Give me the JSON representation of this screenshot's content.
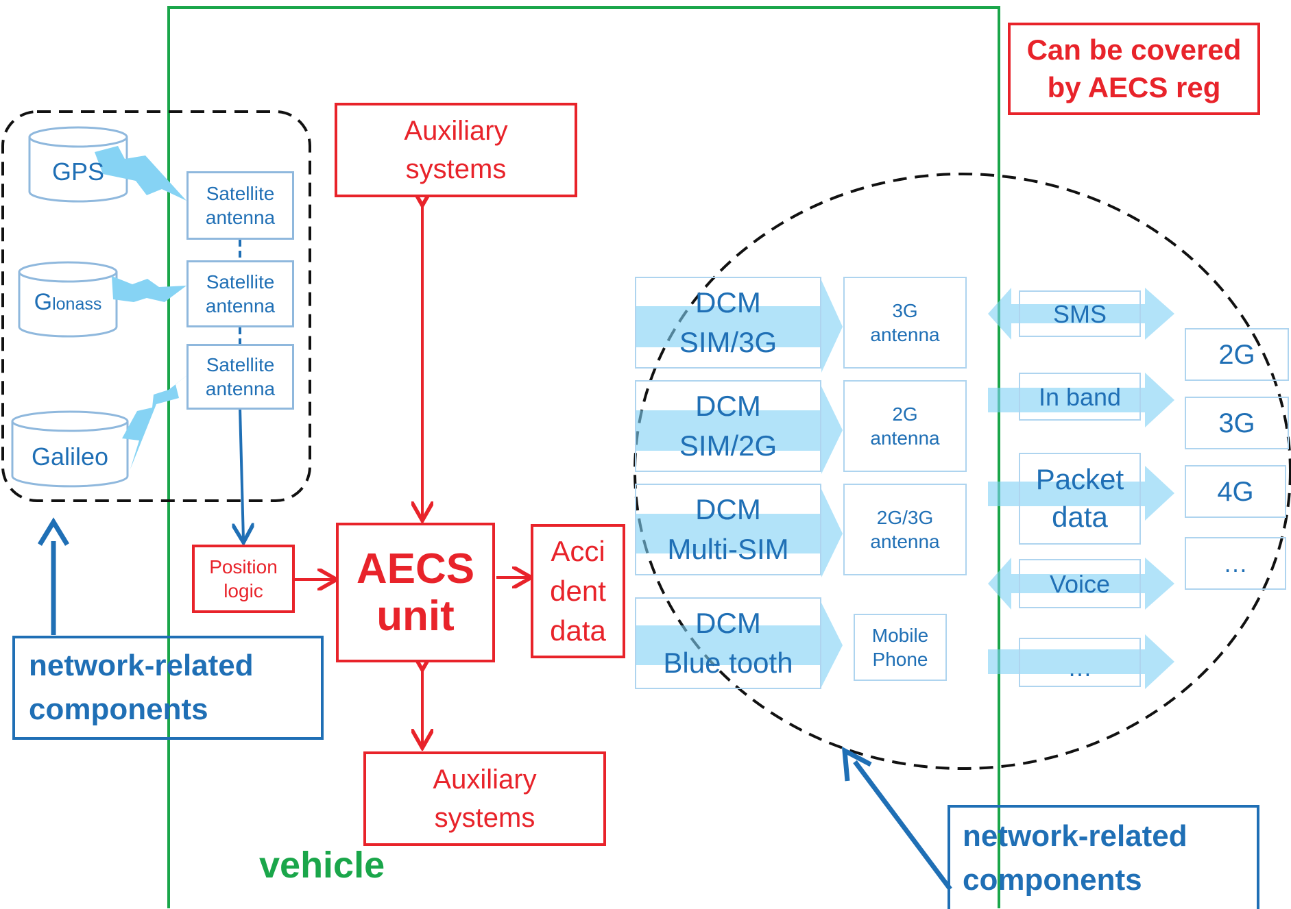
{
  "legend": {
    "line1": "Can be covered",
    "line2": "by AECS reg"
  },
  "vehicle_label": "vehicle",
  "satellites": {
    "gps": "GPS",
    "glonass_g": "G",
    "glonass_rest": "lonass",
    "galileo": "Galileo"
  },
  "satellite_antennas": [
    {
      "line1": "Satellite",
      "line2": "antenna"
    },
    {
      "line1": "Satellite",
      "line2": "antenna"
    },
    {
      "line1": "Satellite",
      "line2": "antenna"
    }
  ],
  "position_logic": {
    "line1": "Position",
    "line2": "logic"
  },
  "aecs_unit": {
    "line1": "AECS",
    "line2": "unit"
  },
  "accident_data": {
    "line1": "Acci",
    "line2": "dent",
    "line3": "data"
  },
  "auxiliary_top": {
    "line1": "Auxiliary",
    "line2": "systems"
  },
  "auxiliary_bottom": {
    "line1": "Auxiliary",
    "line2": "systems"
  },
  "dcm": [
    {
      "line1": "DCM",
      "line2": "SIM/3G"
    },
    {
      "line1": "DCM",
      "line2": "SIM/2G"
    },
    {
      "line1": "DCM",
      "line2": "Multi-SIM"
    },
    {
      "line1": "DCM",
      "line2": "Blue tooth"
    }
  ],
  "antennas": [
    {
      "line1": "3G",
      "line2": "antenna"
    },
    {
      "line1": "2G",
      "line2": "antenna"
    },
    {
      "line1": "2G/3G",
      "line2": "antenna"
    },
    {
      "line1": "Mobile",
      "line2": "Phone"
    }
  ],
  "services": [
    {
      "line1": "SMS",
      "line2": ""
    },
    {
      "line1": "In band",
      "line2": ""
    },
    {
      "line1": "Packet",
      "line2": "data"
    },
    {
      "line1": "Voice",
      "line2": ""
    },
    {
      "line1": "…",
      "line2": ""
    }
  ],
  "networks": [
    "2G",
    "3G",
    "4G",
    "…"
  ],
  "network_components_left": {
    "line1": "network-related",
    "line2": "components"
  },
  "network_components_right": {
    "line1": "network-related",
    "line2": "components"
  },
  "colors": {
    "red": "#e8232a",
    "blue": "#1f6fb5",
    "green": "#1aa64a",
    "light_blue": "#7fd0f5"
  }
}
